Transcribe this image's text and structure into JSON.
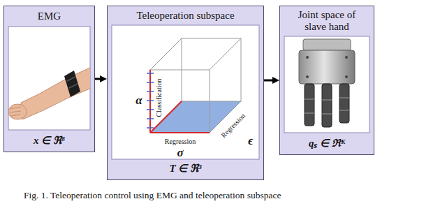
{
  "diagram": {
    "caption": "Fig. 1. Teleoperation control using EMG and teleoperation subspace",
    "nodes": [
      {
        "text": [
          "EMG",
          "x ∈ ℜ⁸"
        ]
      },
      {
        "text": [
          "Teleoperation subspace",
          "T ∈ ℜ³"
        ]
      },
      {
        "text": [
          "Joint space of slave hand",
          "qₛ ∈ ℜᴷ"
        ]
      }
    ],
    "edges": [
      {
        "from": 0,
        "to": 1,
        "arrow": "to"
      },
      {
        "from": 1,
        "to": 2,
        "arrow": "to"
      }
    ],
    "labels": [
      "α",
      "Classification",
      "Regression",
      "σ",
      "Regression",
      "ϵ"
    ]
  }
}
